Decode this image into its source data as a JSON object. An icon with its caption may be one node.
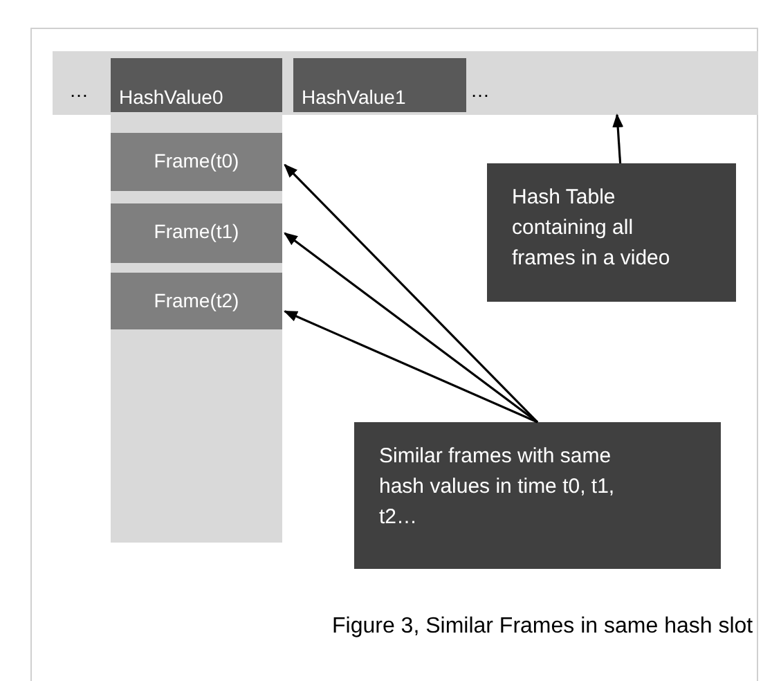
{
  "diagram": {
    "caption": "Figure 3, Similar Frames in same hash slot",
    "nodes": [
      {
        "text": [
          "…",
          "…"
        ]
      },
      {
        "text": [
          "HashValue0"
        ],
        "in": 0
      },
      {
        "text": [
          "HashValue1"
        ],
        "in": 0
      },
      {
        "text": [],
        "shape": "bar"
      },
      {
        "text": [
          "Frame(t0)"
        ],
        "in": 3
      },
      {
        "text": [
          "Frame(t1)"
        ],
        "in": 3
      },
      {
        "text": [
          "Frame(t2)"
        ],
        "in": 3
      },
      {
        "text": [
          "Hash Table containing all frames in a video"
        ]
      },
      {
        "text": [
          "Similar frames with same hash values in time t0, t1, t2…"
        ]
      }
    ],
    "edges": [
      {
        "from": 7,
        "to": 0,
        "arrow": "to"
      },
      {
        "from": 8,
        "to": 4,
        "arrow": "to"
      },
      {
        "from": 8,
        "to": 5,
        "arrow": "to"
      },
      {
        "from": 8,
        "to": 6,
        "arrow": "to"
      }
    ]
  }
}
